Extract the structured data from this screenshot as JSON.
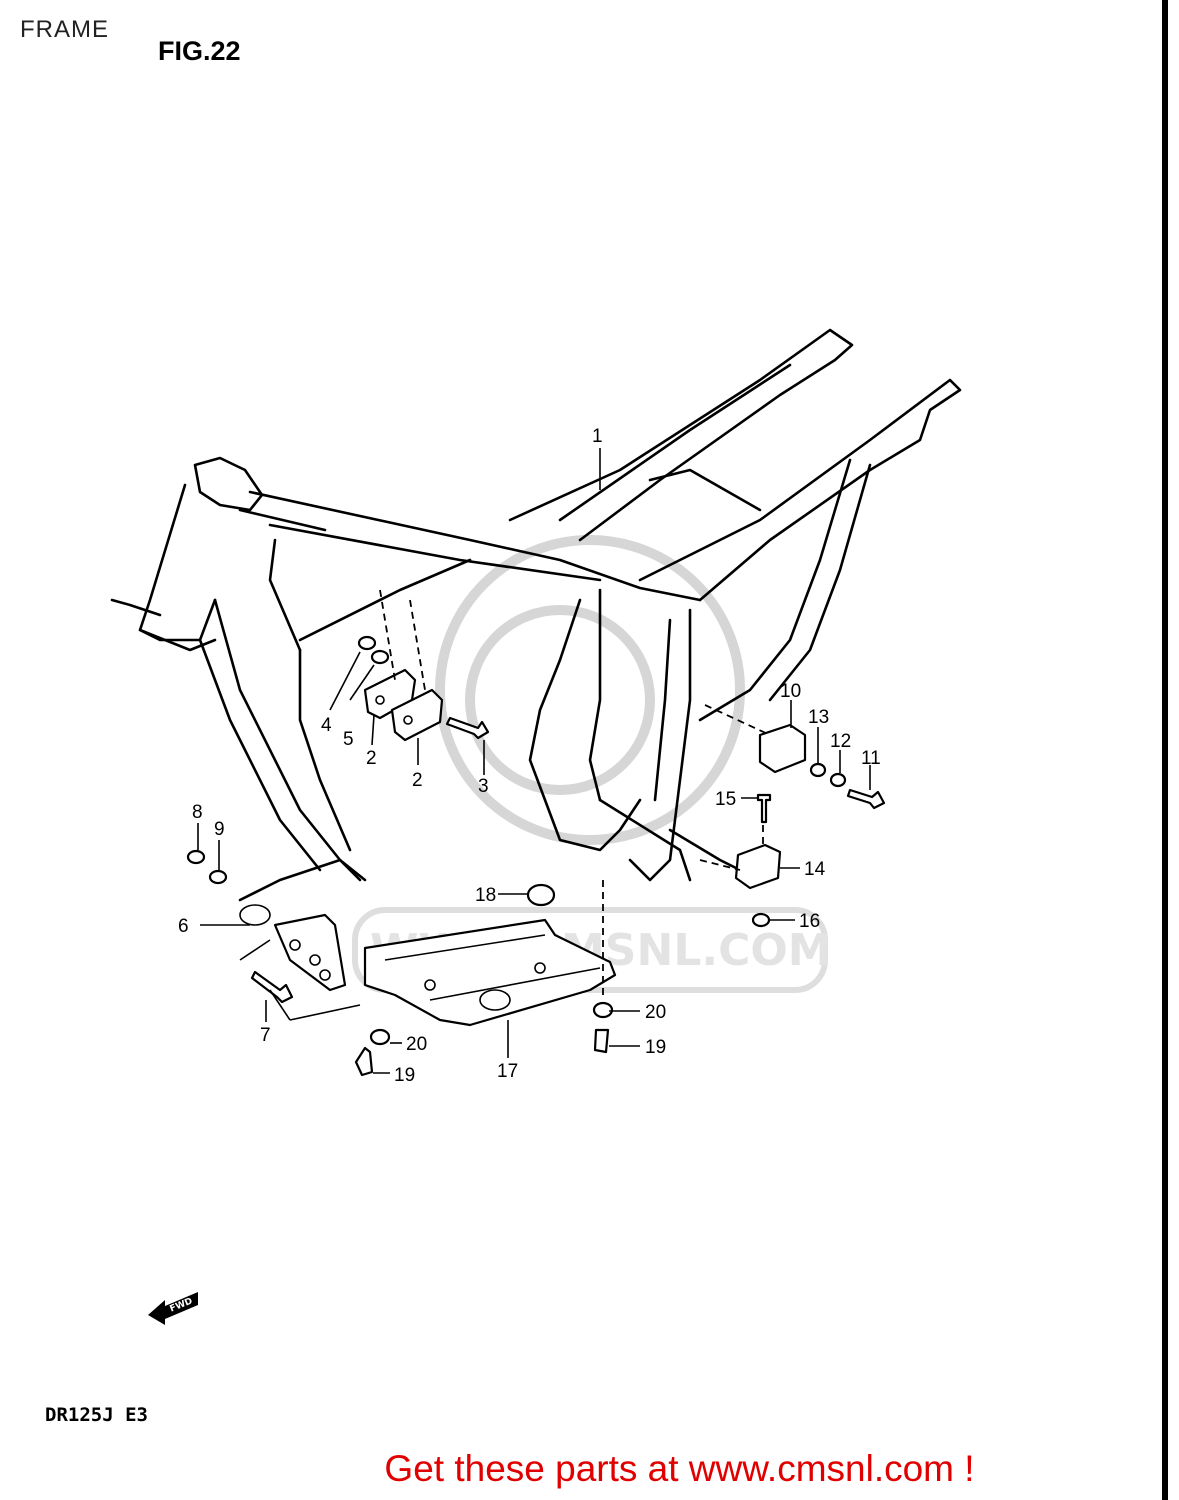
{
  "page_title": "FRAME",
  "figure_label": "FIG.22",
  "model_label": "DR125J E3",
  "footer_link": "Get these parts at www.cmsnl.com !",
  "watermark_text": "WWW.CMSNL.COM",
  "fwd_arrow_label": "FWD",
  "callouts": [
    "1",
    "2",
    "2",
    "3",
    "4",
    "5",
    "6",
    "7",
    "8",
    "9",
    "10",
    "11",
    "12",
    "13",
    "14",
    "15",
    "16",
    "17",
    "18",
    "19",
    "19",
    "20",
    "20"
  ],
  "colors": {
    "footer": "#e00000",
    "ink": "#000000"
  }
}
